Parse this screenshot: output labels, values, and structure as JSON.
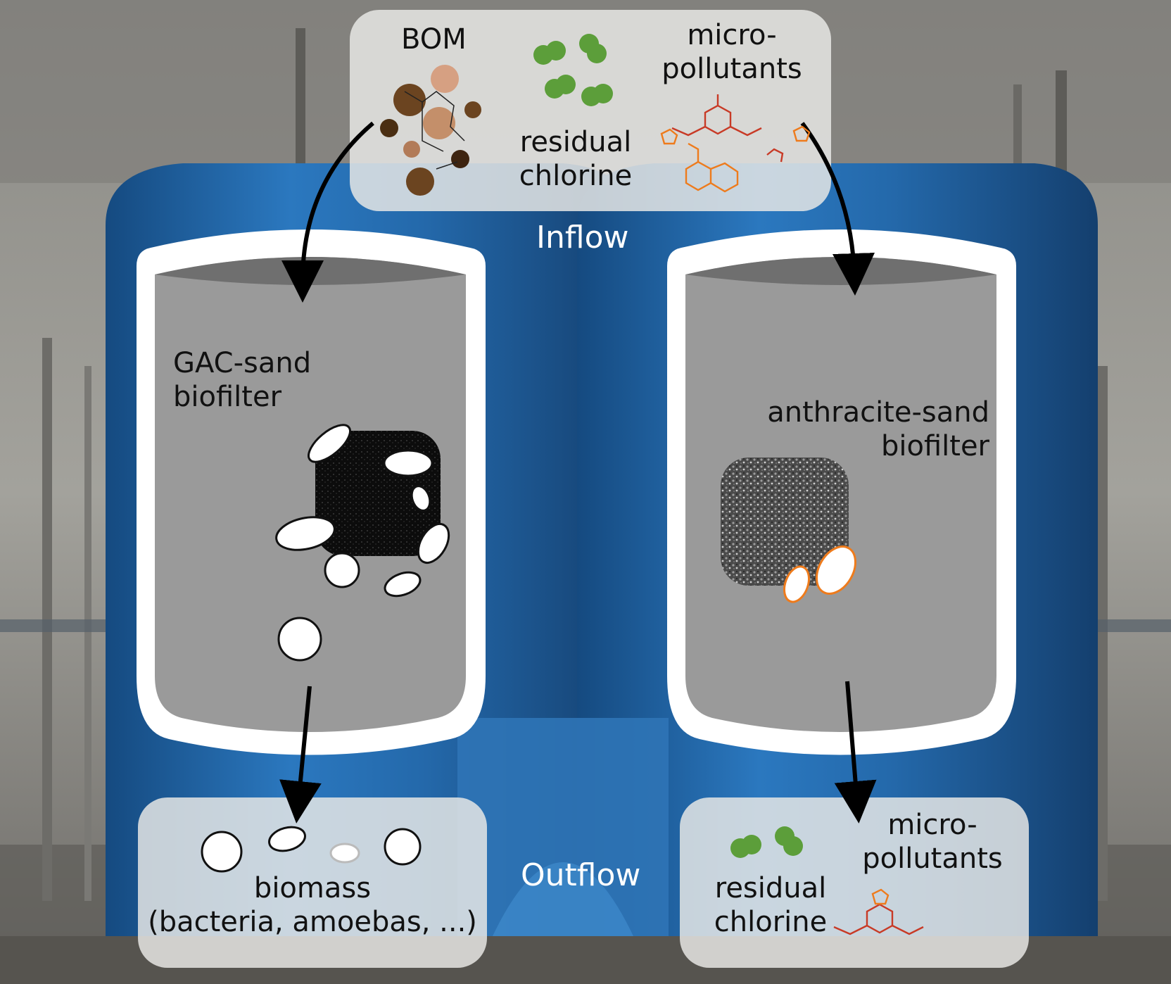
{
  "inflow_panel": {
    "bom_label": "BOM",
    "residual_chlorine_label": [
      "residual",
      "chlorine"
    ],
    "micropollutants_label": [
      "micro-",
      "pollutants"
    ]
  },
  "flow_labels": {
    "inflow": "Inflow",
    "outflow": "Outflow"
  },
  "filters": {
    "left": {
      "label": [
        "GAC-sand",
        "biofilter"
      ]
    },
    "right": {
      "label": [
        "anthracite-sand",
        "biofilter"
      ]
    }
  },
  "outflow_left_panel": {
    "biomass_label": "biomass",
    "biomass_detail": "(bacteria, amoebas, ...)"
  },
  "outflow_right_panel": {
    "residual_chlorine_label": [
      "residual",
      "chlorine"
    ],
    "micropollutants_label": [
      "micro-",
      "pollutants"
    ]
  },
  "colors": {
    "tank_blue": "#1f5f9e",
    "filter_gray": "#9a9a9a",
    "chlorine_green": "#5c9e3a",
    "bom_brown": "#6b4420",
    "micropollutant_orange": "#ee7b1c",
    "micropollutant_red": "#c83a26"
  }
}
